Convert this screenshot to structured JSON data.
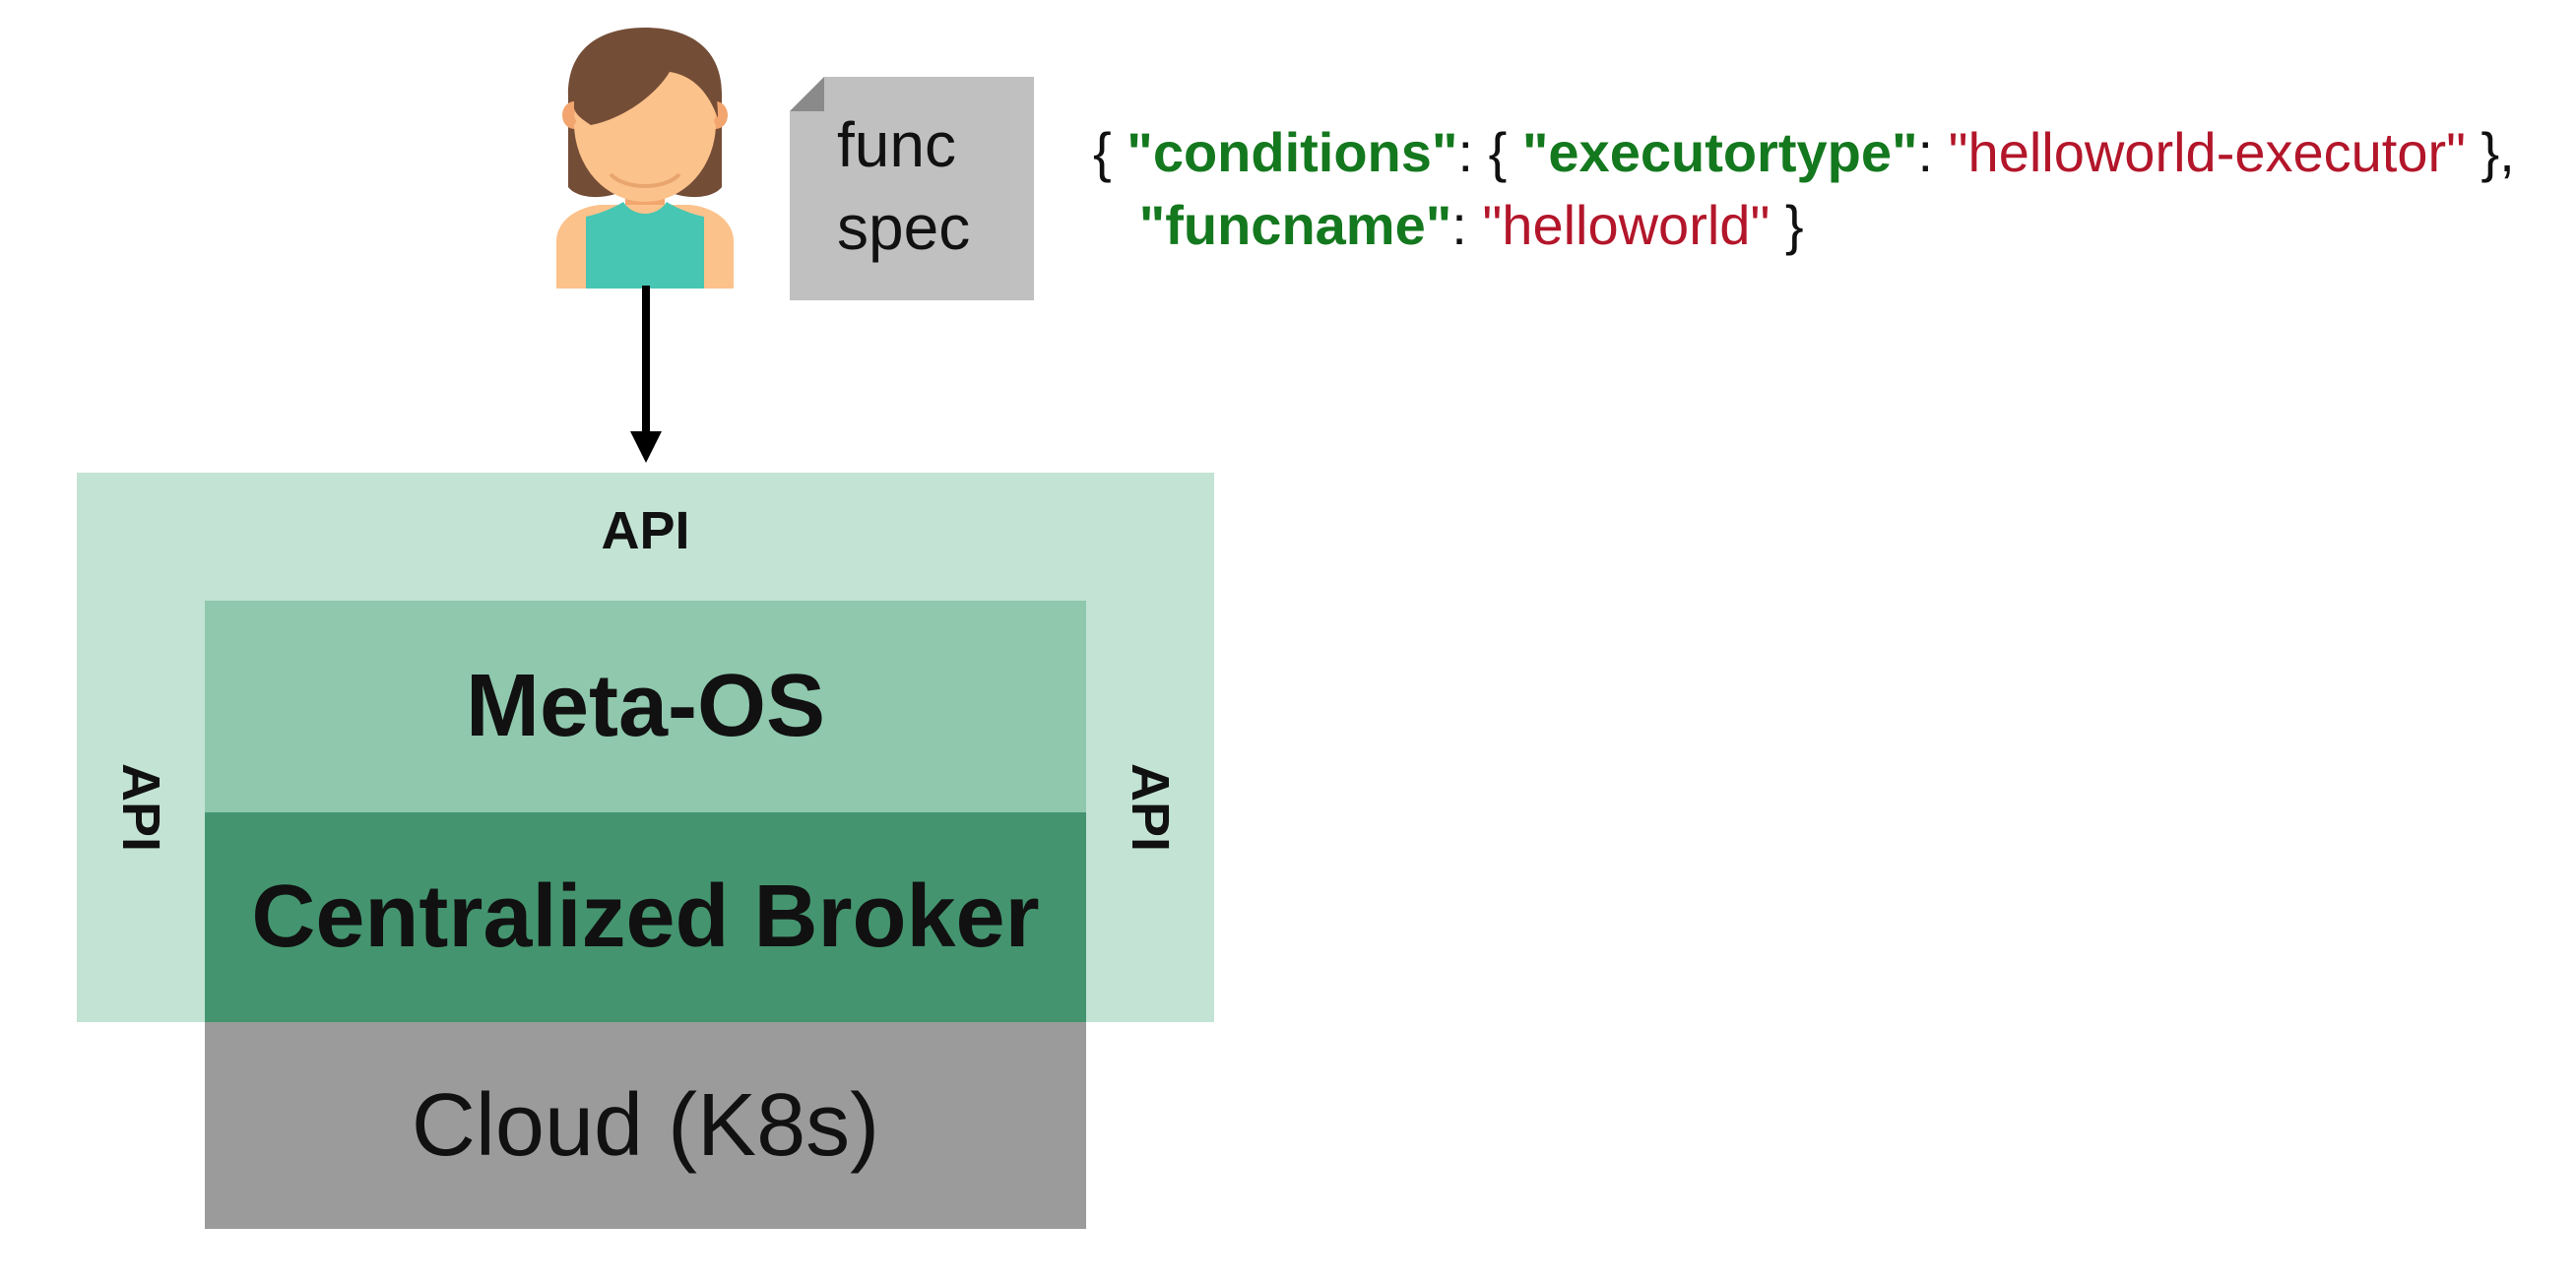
{
  "diagram": {
    "user": {
      "icon": "woman-user-icon"
    },
    "func_spec": {
      "icon": "document-icon",
      "line1": "func",
      "line2": "spec"
    },
    "json": {
      "l1_open": "{ ",
      "key_conditions": "\"conditions\"",
      "colon_brace": ": { ",
      "key_executortype": "\"executortype\"",
      "colon1": ": ",
      "val_executor": "\"helloworld-executor\"",
      "l1_close": " },",
      "key_funcname": "\"funcname\"",
      "colon2": ": ",
      "val_funcname": "\"helloworld\"",
      "l2_close": " }"
    },
    "stack": {
      "api_top": "API",
      "api_left": "API",
      "api_right": "API",
      "metaos": "Meta-OS",
      "broker": "Centralized Broker",
      "cloud": "Cloud (K8s)"
    },
    "colors": {
      "api_frame": "#c3e3d4",
      "metaos": "#8fc8ad",
      "broker": "#44956f",
      "cloud": "#9b9b9b",
      "json_key": "#14781e",
      "json_value": "#b3162a"
    }
  }
}
